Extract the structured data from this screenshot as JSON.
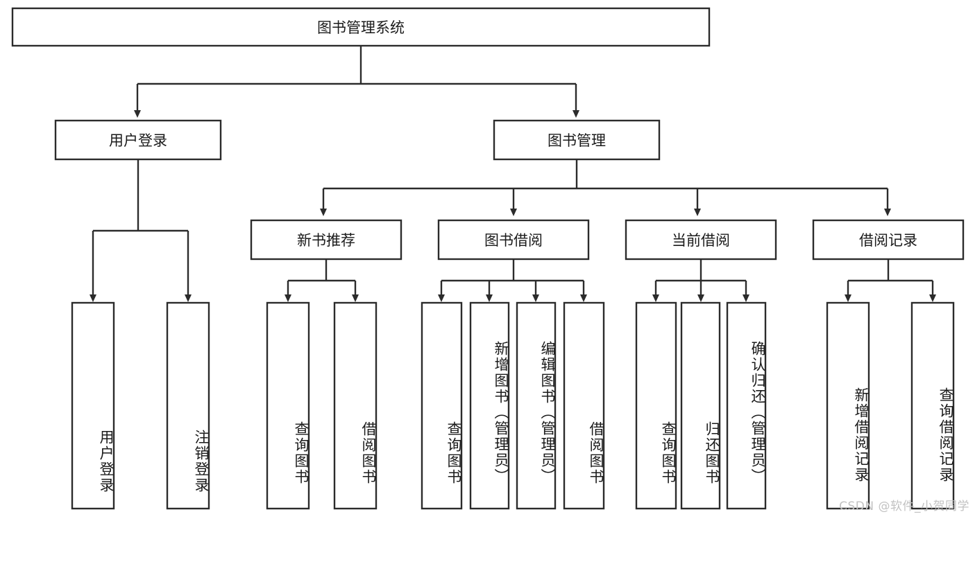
{
  "diagram": {
    "type": "hierarchy-tree",
    "title_node": {
      "label": "图书管理系统",
      "orientation": "horizontal"
    },
    "level2": [
      {
        "label": "用户登录",
        "orientation": "horizontal"
      },
      {
        "label": "图书管理",
        "orientation": "horizontal"
      }
    ],
    "level3": [
      {
        "label": "新书推荐",
        "orientation": "horizontal"
      },
      {
        "label": "图书借阅",
        "orientation": "horizontal"
      },
      {
        "label": "当前借阅",
        "orientation": "horizontal"
      },
      {
        "label": "借阅记录",
        "orientation": "horizontal"
      }
    ],
    "leaves": {
      "user_login": [
        {
          "label": "用户登录",
          "orientation": "vertical"
        },
        {
          "label": "注销登录",
          "orientation": "vertical"
        }
      ],
      "new_book_recommend": [
        {
          "label": "查询图书",
          "orientation": "vertical"
        },
        {
          "label": "借阅图书",
          "orientation": "vertical"
        }
      ],
      "book_borrow": [
        {
          "label": "查询图书",
          "orientation": "vertical"
        },
        {
          "label": "新增图书（管理员）",
          "orientation": "vertical"
        },
        {
          "label": "编辑图书（管理员）",
          "orientation": "vertical"
        },
        {
          "label": "借阅图书",
          "orientation": "vertical"
        }
      ],
      "current_borrow": [
        {
          "label": "查询图书",
          "orientation": "vertical"
        },
        {
          "label": "归还图书",
          "orientation": "vertical"
        },
        {
          "label": "确认归还（管理员）",
          "orientation": "vertical"
        }
      ],
      "borrow_record": [
        {
          "label": "新增借阅记录",
          "orientation": "vertical"
        },
        {
          "label": "查询借阅记录",
          "orientation": "vertical"
        }
      ]
    },
    "colors": {
      "stroke": "#2b2b2b",
      "fill": "#ffffff",
      "text": "#1a1a1a",
      "watermark": "#c2c2c2"
    }
  },
  "watermark": {
    "text": "CSDN @软件_小贺同学"
  }
}
